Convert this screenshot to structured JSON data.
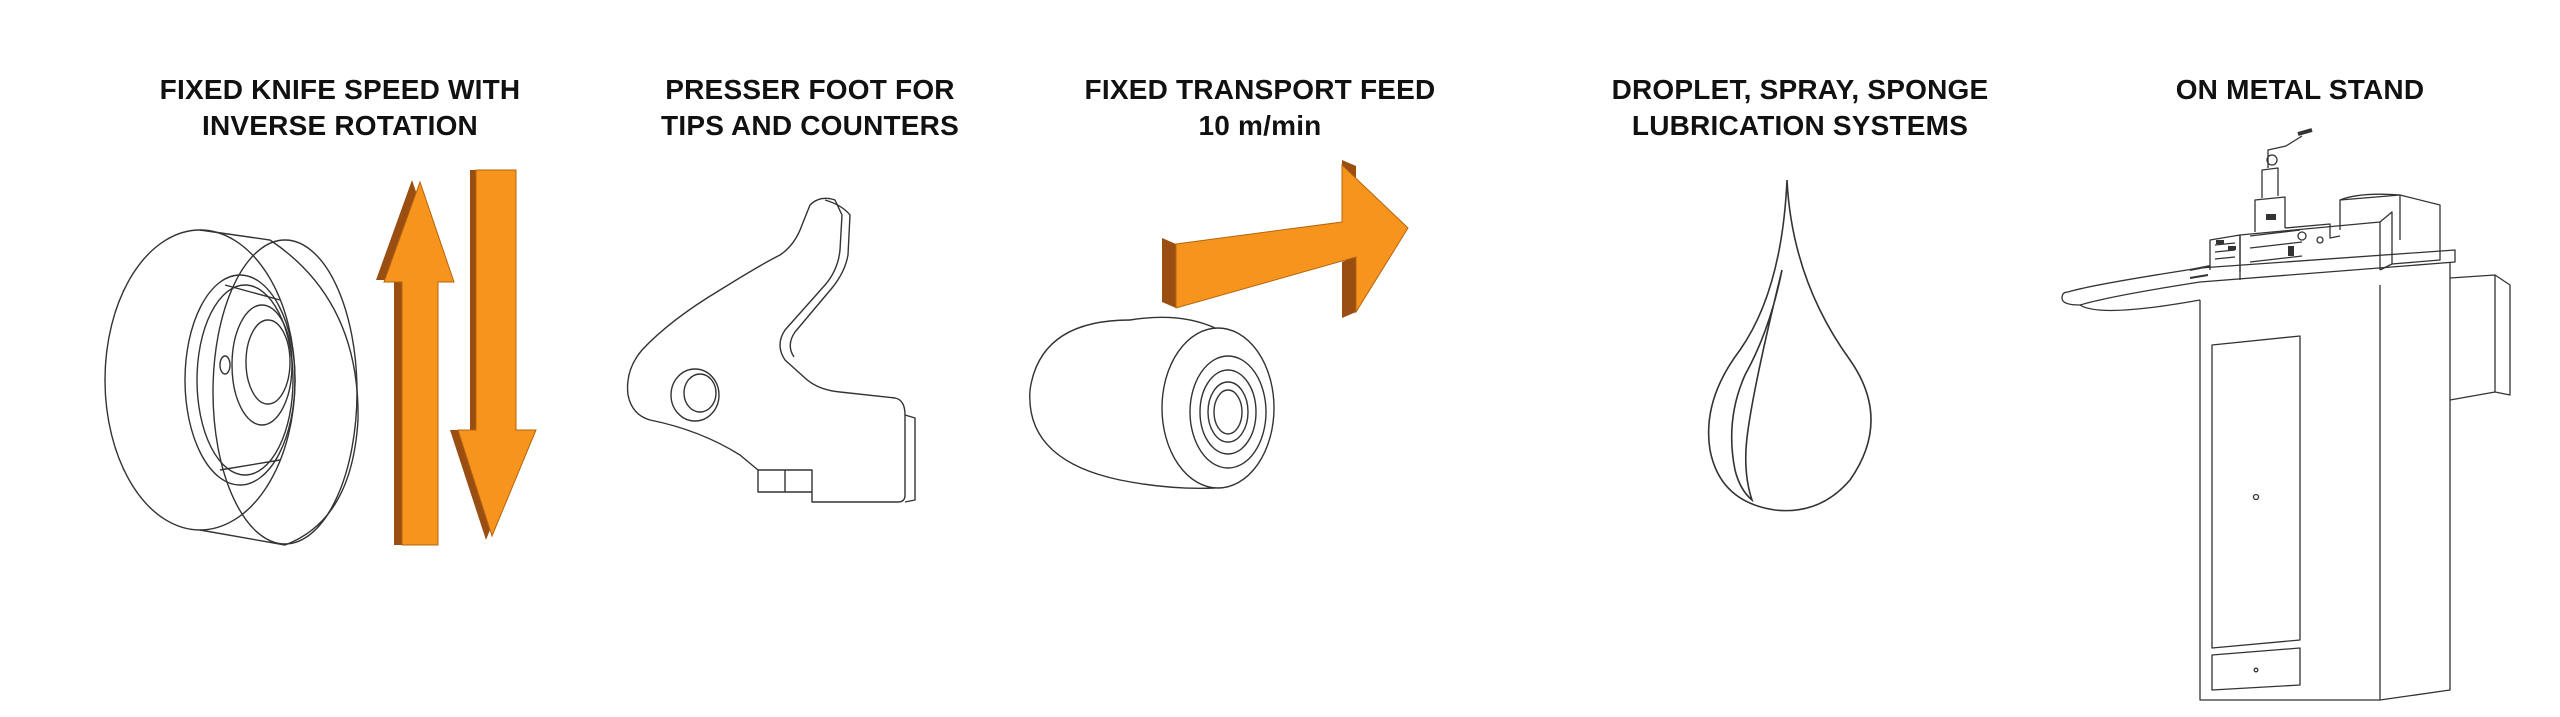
{
  "colors": {
    "arrow_orange": "#F7941D",
    "arrow_shadow": "#9A4E12",
    "line_art": "#333333",
    "title_text": "#111111"
  },
  "features": [
    {
      "id": "knife-speed",
      "title_line1": "FIXED KNIFE SPEED WITH",
      "title_line2": "INVERSE ROTATION",
      "icon": "knife-wheel-with-up-down-arrows"
    },
    {
      "id": "presser-foot",
      "title_line1": "PRESSER FOOT FOR",
      "title_line2": "TIPS AND COUNTERS",
      "icon": "presser-foot-part"
    },
    {
      "id": "transport-feed",
      "title_line1": "FIXED TRANSPORT FEED",
      "title_line2": "10 m/min",
      "icon": "feed-roller-with-right-arrow"
    },
    {
      "id": "lubrication",
      "title_line1": "DROPLET, SPRAY, SPONGE",
      "title_line2": "LUBRICATION SYSTEMS",
      "icon": "droplet"
    },
    {
      "id": "metal-stand",
      "title_line1": "ON METAL STAND",
      "title_line2": "",
      "icon": "machine-on-metal-stand"
    }
  ]
}
